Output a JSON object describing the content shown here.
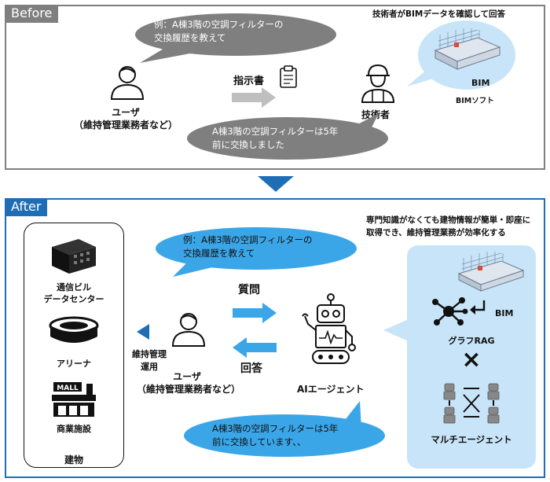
{
  "before": {
    "label": "Before",
    "question": [
      "例：A棟3階の空調フィルターの",
      "交換履歴を教えて"
    ],
    "user_label": "ユーザ",
    "user_sub": "（維持管理業務者など）",
    "instruction": "指示書",
    "engineer": "技術者",
    "caption": "技術者がBIMデータを確認して回答",
    "bim": "BIM",
    "bim_software": "BIMソフト",
    "answer": [
      "A棟3階の空調フィルターは5年",
      "前に交換しました"
    ]
  },
  "after": {
    "label": "After",
    "buildings": {
      "item1": [
        "通信ビル",
        "データセンター"
      ],
      "item2": "アリーナ",
      "item3": "商業施設",
      "mall_sign": "MALL",
      "title": "建物"
    },
    "maintenance": [
      "維持管理",
      "運用"
    ],
    "question": [
      "例：A棟3階の空調フィルターの",
      "交換履歴を教えて"
    ],
    "ask": "質問",
    "reply": "回答",
    "user_label": "ユーザ",
    "user_sub": "（維持管理業務者など）",
    "agent": "AIエージェント",
    "answer": [
      "A棟3階の空調フィルターは5年",
      "前に交換しています、、"
    ],
    "caption": [
      "専門知識がなくても建物情報が簡単・即座に",
      "取得でき、維持管理業務が効率化する"
    ],
    "bim": "BIM",
    "graph_rag": "グラフRAG",
    "times": "×",
    "multi_agent": "マルチエージェント"
  },
  "colors": {
    "gray_panel": "#7f7f7f",
    "gray_bubble": "#7f7f7f",
    "blue_panel": "#1f6eb5",
    "blue_bubble": "#3aa6e8",
    "light_blue_box": "#c8e4f8",
    "arrow_blue": "#1f6eb5"
  }
}
